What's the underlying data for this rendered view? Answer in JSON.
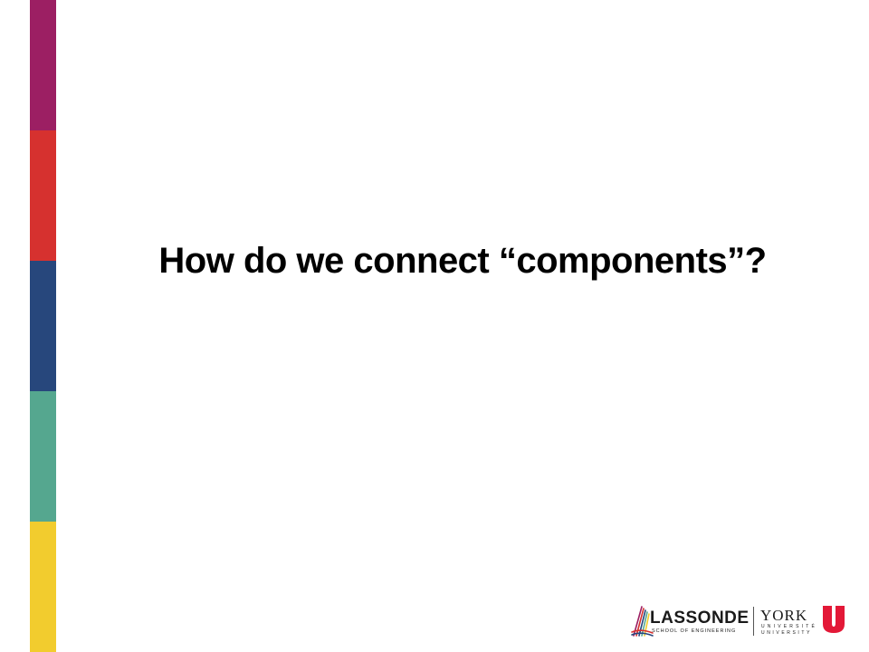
{
  "slide": {
    "title": "How do we connect “components”?"
  },
  "stripe_colors": {
    "purple": "#9c1f63",
    "red": "#d6312f",
    "navy": "#27477c",
    "teal": "#55a78f",
    "yellow": "#f2cc2e"
  },
  "logo": {
    "lassonde_name": "LASSONDE",
    "lassonde_subtitle": "SCHOOL OF ENGINEERING",
    "york_name": "YORK",
    "york_line_fr": "UNIVERSITÉ",
    "york_line_en": "UNIVERSITY",
    "york_red": "#e31837"
  }
}
